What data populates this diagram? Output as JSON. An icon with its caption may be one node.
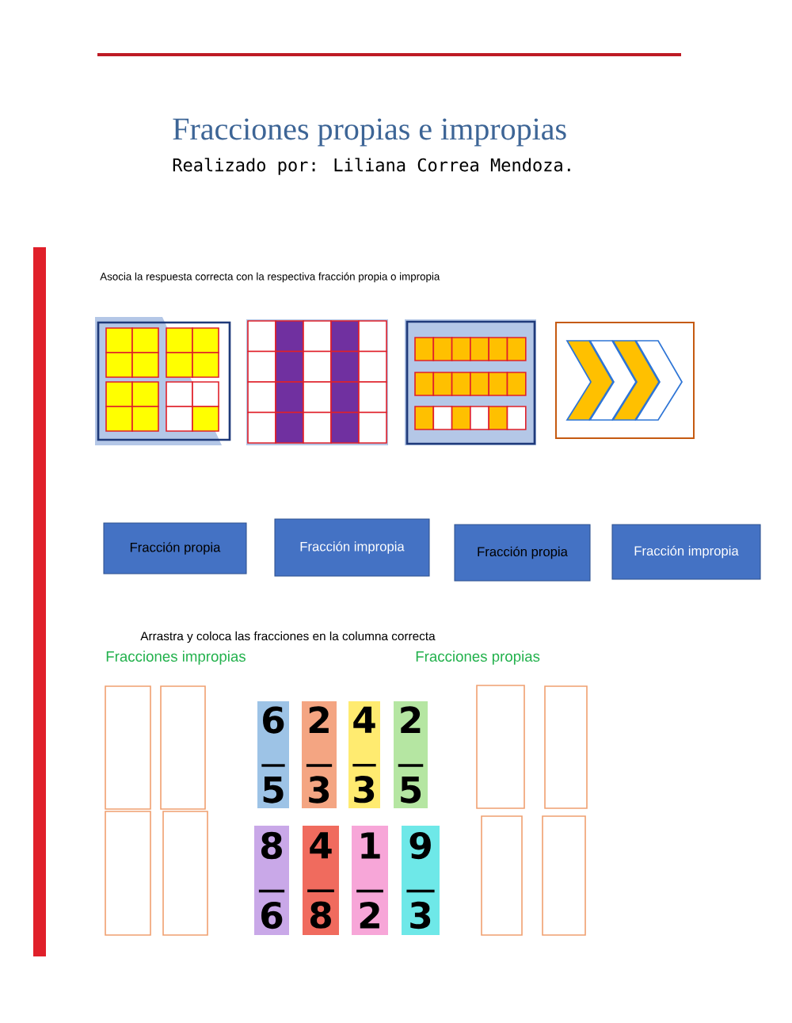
{
  "diagram": {
    "title": "Fracciones propias e impropias",
    "nodes": [
      {
        "text": [],
        "shape": "picture"
      },
      {
        "text": [],
        "shape": "picture"
      },
      {
        "text": [],
        "shape": "picture"
      },
      {
        "text": [],
        "shape": "picture"
      },
      {
        "text": [
          "Fracción propia"
        ]
      },
      {
        "text": [
          "Fracción impropia"
        ]
      },
      {
        "text": [
          "Fracción propia"
        ]
      },
      {
        "text": [
          "Fracción impropia"
        ]
      },
      {
        "text": [],
        "shape": "box"
      },
      {
        "text": [],
        "shape": "box"
      },
      {
        "text": [],
        "shape": "box"
      },
      {
        "text": [],
        "shape": "box"
      },
      {
        "text": [
          "6",
          "5"
        ]
      },
      {
        "text": [
          "2",
          "3"
        ]
      },
      {
        "text": [
          "4",
          "3"
        ]
      },
      {
        "text": [
          "2",
          "5"
        ]
      },
      {
        "text": [
          "8",
          "6"
        ]
      },
      {
        "text": [
          "4",
          "8"
        ]
      },
      {
        "text": [
          "1",
          "2"
        ]
      },
      {
        "text": [
          "9",
          "3"
        ]
      },
      {
        "text": [],
        "shape": "box"
      },
      {
        "text": [],
        "shape": "box"
      },
      {
        "text": [],
        "shape": "box"
      },
      {
        "text": [],
        "shape": "box"
      }
    ],
    "labels": [
      "Realizado por: Liliana Correa Mendoza.",
      "Asocia la respuesta correcta con la respectiva fracción propia o impropia",
      "Arrastra y coloca las fracciones en la columna correcta",
      "Fracciones impropias",
      "Fracciones propias"
    ]
  }
}
